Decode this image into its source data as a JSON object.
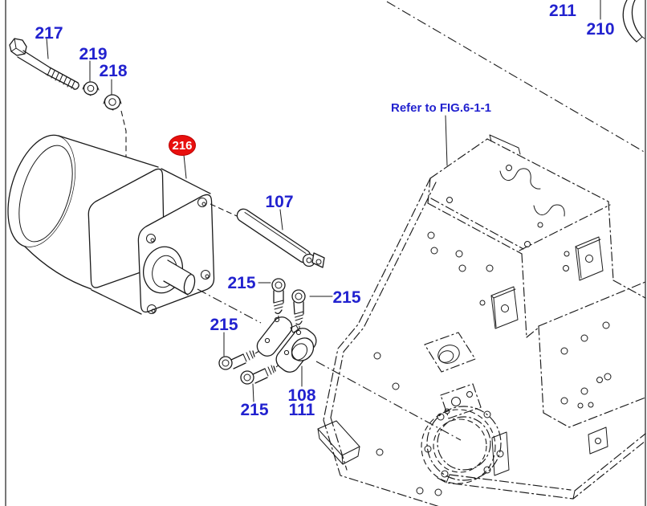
{
  "diagram": {
    "type": "exploded-parts-diagram",
    "highlighted_callout": "216",
    "colors": {
      "callout_text": "#2222cf",
      "highlight_fill": "#e8100e",
      "highlight_text": "#ffffff",
      "line": "#1a1a1a",
      "frame": "#4a4a4a"
    },
    "callouts": {
      "c217": {
        "label": "217"
      },
      "c219": {
        "label": "219"
      },
      "c218": {
        "label": "218"
      },
      "c216": {
        "label": "216"
      },
      "c107": {
        "label": "107"
      },
      "c215": {
        "label": "215"
      },
      "c108": {
        "label": "108"
      },
      "c111": {
        "label": "111"
      },
      "c210": {
        "label": "210"
      },
      "c211": {
        "label": "211"
      }
    },
    "reference": {
      "label": "Refer to FIG.6-1-1"
    }
  }
}
